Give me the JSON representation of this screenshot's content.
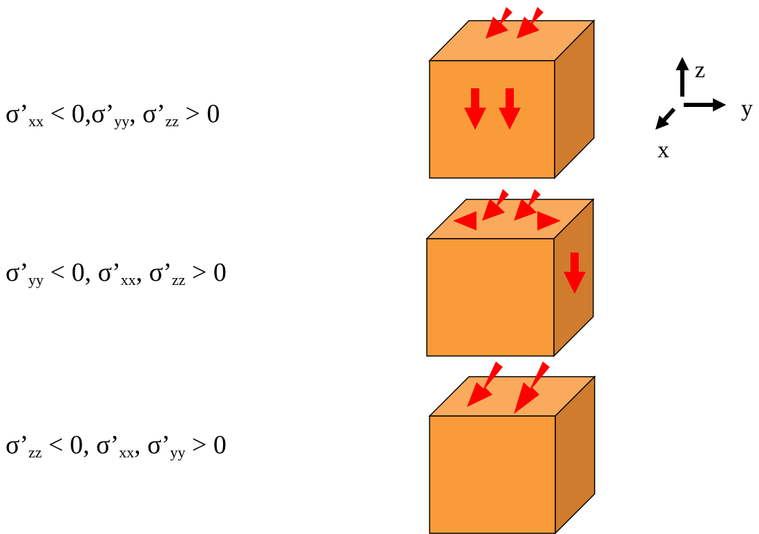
{
  "colors": {
    "cube_front": "#F99B38",
    "cube_top": "#FAAA5C",
    "cube_side": "#D07C2E",
    "arrow": "#FF0000",
    "axis": "#000000"
  },
  "conditions": [
    {
      "sigma": "σ’",
      "sub1": "xx",
      "part1": " < 0,",
      "sigma2": "σ’",
      "sub2": "yy",
      "part2": ", ",
      "sigma3": "σ’",
      "sub3": "zz",
      "part3": " > 0"
    },
    {
      "sigma": "σ’",
      "sub1": "yy",
      "part1": " < 0, ",
      "sigma2": "σ’",
      "sub2": "xx",
      "part2": ", ",
      "sigma3": "σ’",
      "sub3": "zz",
      "part3": " > 0"
    },
    {
      "sigma": "σ’",
      "sub1": "zz",
      "part1": " < 0, ",
      "sigma2": "σ’",
      "sub2": "xx",
      "part2": ", ",
      "sigma3": "σ’",
      "sub3": "yy",
      "part3": " > 0"
    }
  ],
  "axes": {
    "z": "z",
    "y": "y",
    "x": "x"
  }
}
